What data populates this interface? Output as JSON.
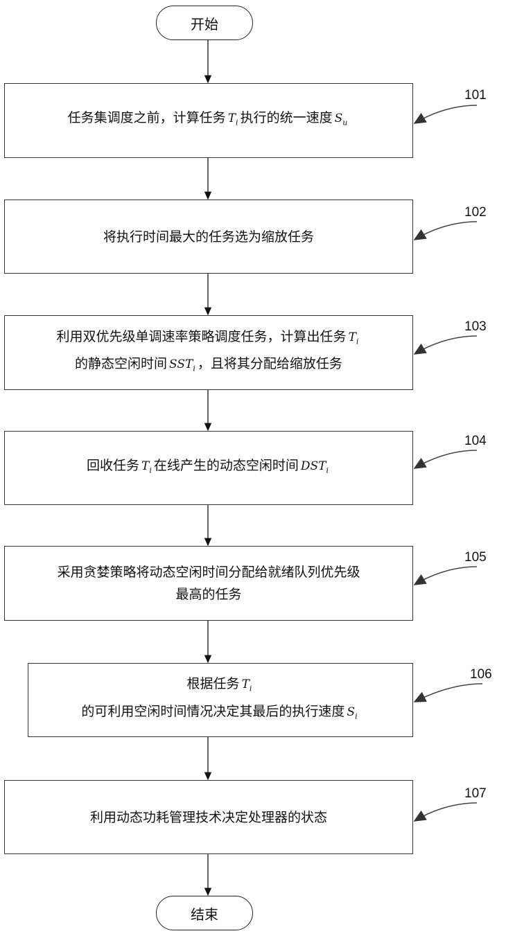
{
  "start_label": "开始",
  "end_label": "结束",
  "steps": [
    {
      "id": "101",
      "lines": [
        [
          "任务集调度之前，计算任务",
          "T_i",
          "执行的统一速度",
          "S_u"
        ]
      ]
    },
    {
      "id": "102",
      "lines": [
        [
          "将执行时间最大的任务选为缩放任务"
        ]
      ]
    },
    {
      "id": "103",
      "lines": [
        [
          "利用双优先级单调速率策略调度任务，计算出任务",
          "T_i"
        ],
        [
          "的静态空闲时间",
          "SST_i",
          "，且将其分配给缩放任务"
        ]
      ]
    },
    {
      "id": "104",
      "lines": [
        [
          "回收任务",
          "T_i",
          "在线产生的动态空闲时间",
          "DST_i"
        ]
      ]
    },
    {
      "id": "105",
      "lines": [
        [
          "采用贪婪策略将动态空闲时间分配给就绪队列优先级"
        ],
        [
          "最高的任务"
        ]
      ]
    },
    {
      "id": "106",
      "lines": [
        [
          "根据任务",
          "T_i"
        ],
        [
          "的可利用空闲时间情况决定其最后的执行速度",
          "S_i"
        ]
      ]
    },
    {
      "id": "107",
      "lines": [
        [
          "利用动态功耗管理技术决定处理器的状态"
        ]
      ]
    }
  ]
}
